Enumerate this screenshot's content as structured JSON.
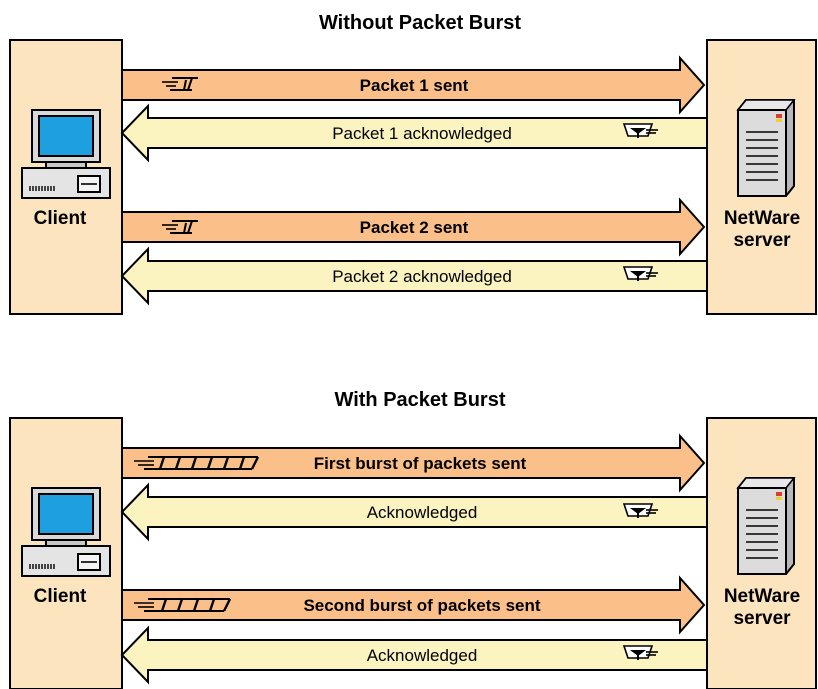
{
  "colors": {
    "panel": "#FCE4BE",
    "send_arrow": "#FBC089",
    "ack_arrow": "#FBF3C0",
    "screen": "#1E9FE0",
    "outline": "#000000"
  },
  "sections": [
    {
      "title": "Without Packet Burst",
      "client_label": "Client",
      "server_label_line1": "NetWare",
      "server_label_line2": "server",
      "arrows": [
        {
          "direction": "to-server",
          "label": "Packet 1 sent",
          "bold": true,
          "packet_count": 1
        },
        {
          "direction": "to-client",
          "label": "Packet 1 acknowledged",
          "bold": false
        },
        {
          "direction": "to-server",
          "label": "Packet 2 sent",
          "bold": true,
          "packet_count": 1
        },
        {
          "direction": "to-client",
          "label": "Packet 2 acknowledged",
          "bold": false
        }
      ]
    },
    {
      "title": "With Packet Burst",
      "client_label": "Client",
      "server_label_line1": "NetWare",
      "server_label_line2": "server",
      "arrows": [
        {
          "direction": "to-server",
          "label": "First burst of packets sent",
          "bold": true,
          "packet_count": 7
        },
        {
          "direction": "to-client",
          "label": "Acknowledged",
          "bold": false
        },
        {
          "direction": "to-server",
          "label": "Second burst of packets sent",
          "bold": true,
          "packet_count": 5
        },
        {
          "direction": "to-client",
          "label": "Acknowledged",
          "bold": false
        }
      ]
    }
  ]
}
